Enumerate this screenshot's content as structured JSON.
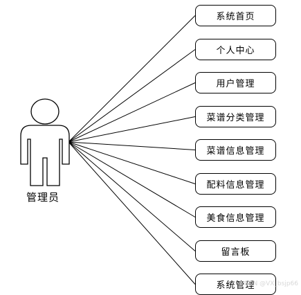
{
  "actor": {
    "label": "管理员"
  },
  "use_cases": [
    {
      "label": "系统首页"
    },
    {
      "label": "个人中心"
    },
    {
      "label": "用户管理"
    },
    {
      "label": "菜谱分类管理"
    },
    {
      "label": "菜谱信息管理"
    },
    {
      "label": "配料信息管理"
    },
    {
      "label": "美食信息管理"
    },
    {
      "label": "留言板"
    },
    {
      "label": "系统管理"
    }
  ],
  "watermark": "CSDN @VX_bsjp66"
}
